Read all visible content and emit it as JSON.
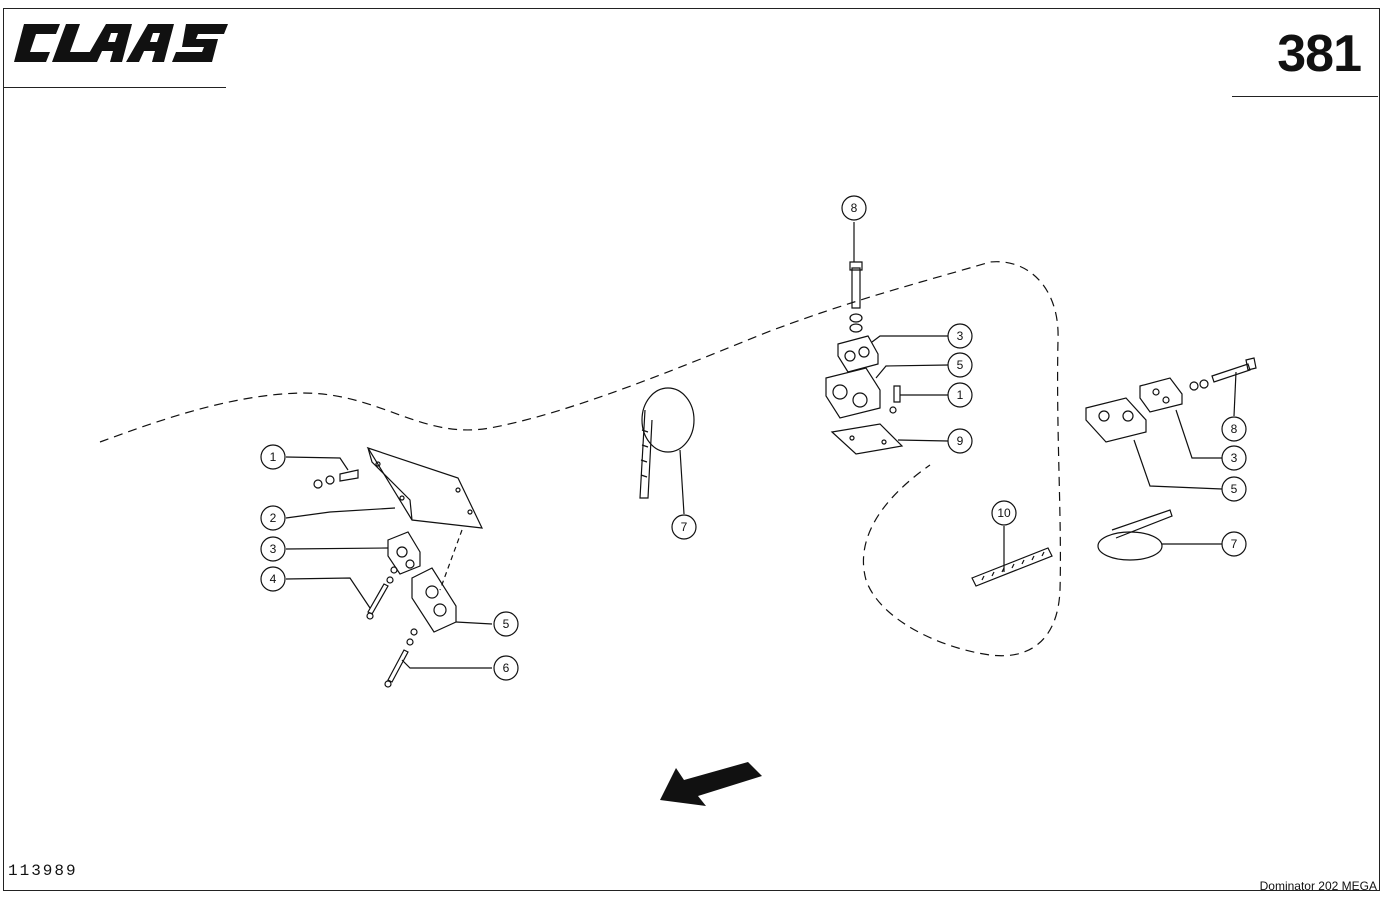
{
  "header": {
    "logo_text": "CLAAS",
    "page_number": "381"
  },
  "footer": {
    "drawing_number": "113989",
    "model_name": "Dominator 202 MEGA"
  },
  "callouts": [
    {
      "id": "c1",
      "label": "1"
    },
    {
      "id": "c2",
      "label": "2"
    },
    {
      "id": "c3",
      "label": "3"
    },
    {
      "id": "c4",
      "label": "4"
    },
    {
      "id": "c5",
      "label": "5"
    },
    {
      "id": "c6",
      "label": "6"
    },
    {
      "id": "c7",
      "label": "7"
    },
    {
      "id": "c8",
      "label": "8"
    },
    {
      "id": "c9",
      "label": "3"
    },
    {
      "id": "c10",
      "label": "5"
    },
    {
      "id": "c11",
      "label": "1"
    },
    {
      "id": "c12",
      "label": "9"
    },
    {
      "id": "c13",
      "label": "10"
    },
    {
      "id": "c14",
      "label": "8"
    },
    {
      "id": "c15",
      "label": "3"
    },
    {
      "id": "c16",
      "label": "5"
    },
    {
      "id": "c17",
      "label": "7"
    }
  ],
  "colors": {
    "ink": "#111111",
    "paper": "#ffffff"
  }
}
